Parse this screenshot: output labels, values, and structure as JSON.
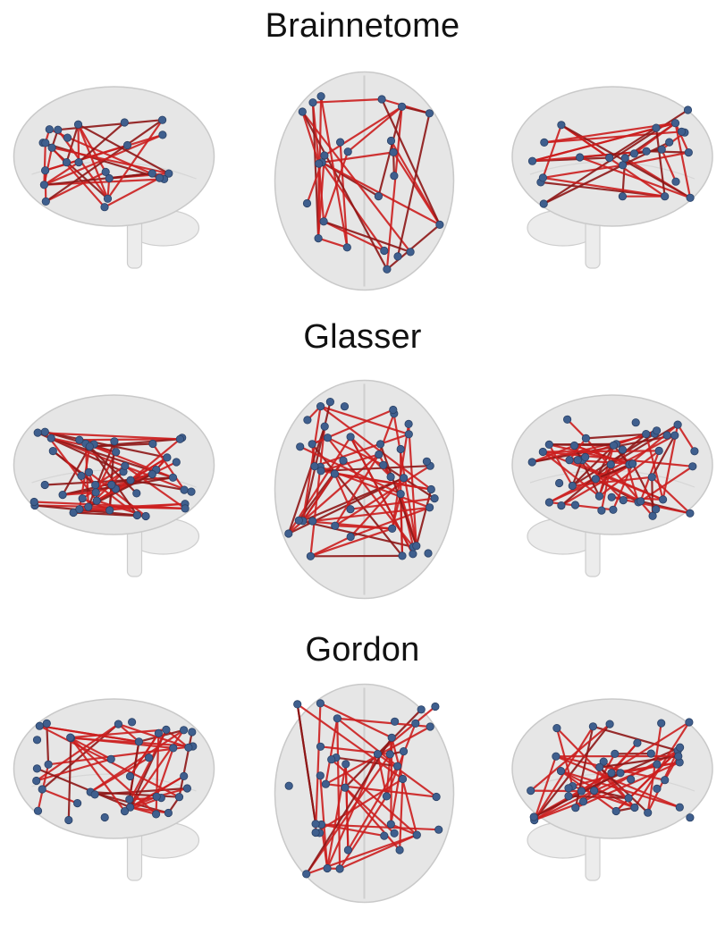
{
  "titles": [
    "Brainnetome",
    "Glasser",
    "Gordon"
  ],
  "colors": {
    "edge": "#cc1f1f",
    "edge_dark": "#8e1717",
    "node": "#3f5f8e",
    "brain": "#e6e6e6"
  },
  "views": [
    "left-lateral",
    "axial-top",
    "right-lateral"
  ]
}
